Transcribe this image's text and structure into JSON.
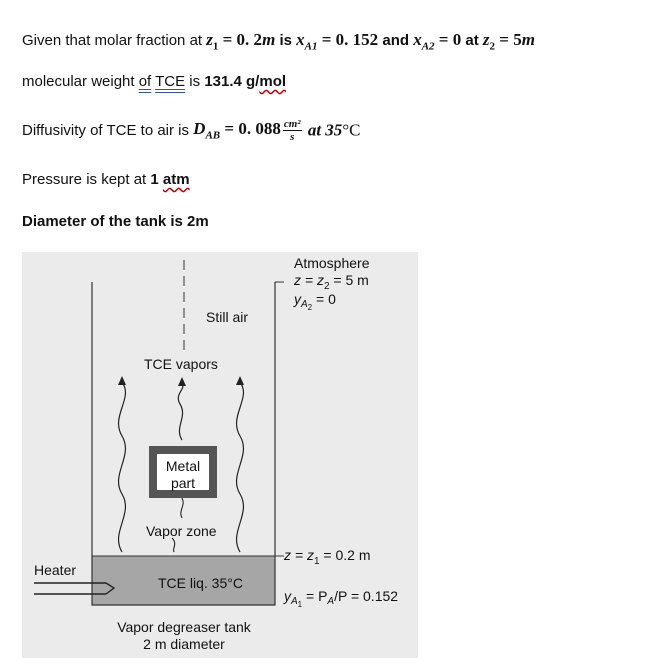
{
  "text": {
    "l1_pre": "Given that molar fraction at ",
    "l1_z1": "z",
    "l1_z1_sub": "1",
    "l1_eq1": " = 0. 2",
    "l1_m": "m",
    "l1_is": " is ",
    "l1_xA1": "x",
    "l1_xA1_sub": "A1",
    "l1_eq2": " = 0. 152",
    "l1_and": " and ",
    "l1_xA2": "x",
    "l1_xA2_sub": "A2",
    "l1_eq3": " = 0",
    "l1_at": " at ",
    "l1_z2": "z",
    "l1_z2_sub": "2",
    "l1_eq4": " = 5",
    "l1_m2": "m",
    "l2_pre": "molecular weight ",
    "l2_of": "of",
    "l2_space": " ",
    "l2_tce": "TCE",
    "l2_is": " is ",
    "l2_val": "131.4 g/",
    "l2_mol": "mol",
    "l3_pre": "Diffusivity of TCE to air is ",
    "l3_D": "D",
    "l3_D_sub": "AB",
    "l3_eq": " = 0. 088",
    "l3_num": "cm²",
    "l3_den": "s",
    "l3_at": " at 35",
    "l3_deg": "°C",
    "l4_pre": "Pressure is kept at ",
    "l4_val": "1 ",
    "l4_atm": "atm",
    "l5": "Diameter of the tank is 2m"
  },
  "figure": {
    "still_air": "Still air",
    "tce_vapors": "TCE vapors",
    "metal_part_1": "Metal",
    "metal_part_2": "part",
    "vapor_zone": "Vapor zone",
    "tce_liquid": "TCE liq. 35°C",
    "heater": "Heater",
    "tank_caption_1": "Vapor degreaser tank",
    "tank_caption_2": "2 m diameter",
    "atmosphere": "Atmosphere",
    "z_top": "z = z",
    "z_top_sub": "2",
    "z_top_val": " = 5 m",
    "yA2": "y",
    "yA2_sub": "A",
    "yA2_subsub": "2",
    "yA2_val": " = 0",
    "z_bot": "z = z",
    "z_bot_sub": "1",
    "z_bot_val": " = 0.2 m",
    "yA1": "y",
    "yA1_sub": "A",
    "yA1_subsub": "1",
    "yA1_eq": " = P",
    "yA1_pa_sub": "A",
    "yA1_rest": "/P = 0.152"
  },
  "colors": {
    "figure_bg": "#ebebeb",
    "liquid": "#a6a6a6",
    "metal": "#555555"
  }
}
